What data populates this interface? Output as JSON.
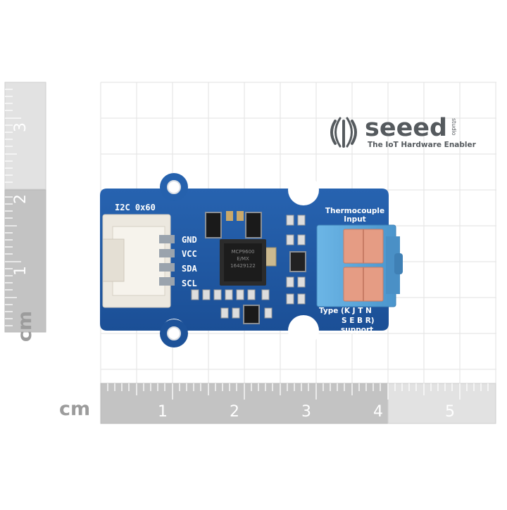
{
  "brand": {
    "name": "seeed",
    "suffix": "studio",
    "tagline": "The IoT Hardware Enabler"
  },
  "ruler": {
    "unit": "cm",
    "horizontal_ticks": [
      "1",
      "2",
      "3",
      "4",
      "5"
    ],
    "vertical_ticks": [
      "3",
      "2",
      "1"
    ]
  },
  "board": {
    "address": "I2C 0x60",
    "pins": [
      "GND",
      "VCC",
      "SDA",
      "SCL"
    ],
    "input_label_line1": "Thermocouple",
    "input_label_line2": "Input",
    "type_line1": "Type (K J T N",
    "type_line2": "S E B R)",
    "type_line3": "support",
    "chip_line1": "MCP9600",
    "chip_line2": "E/MX",
    "chip_line3": "16429122"
  },
  "colors": {
    "pcb": "#1f5aa6",
    "connector": "#5aa7db",
    "terminal": "#e49a82",
    "ruler": "#c6c6c6"
  }
}
